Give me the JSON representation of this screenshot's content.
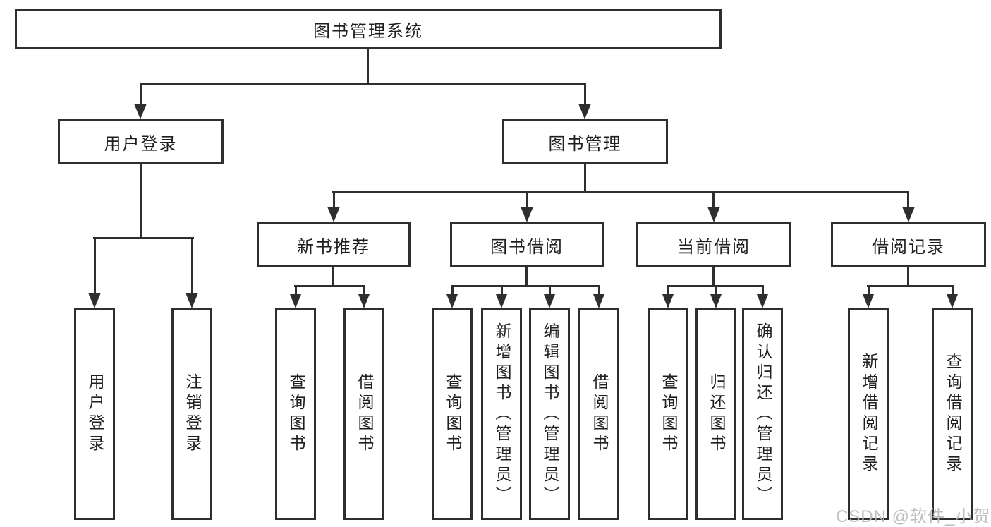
{
  "colors": {
    "line": "#2e2e2e",
    "text": "#1f1f1f",
    "watermark": "#bababa"
  },
  "watermark": "CSDN @软件_小贺同学",
  "tree": {
    "root": {
      "label": "图书管理系统"
    },
    "login": {
      "label": "用户登录",
      "children": [
        {
          "label": "用户登录"
        },
        {
          "label": "注销登录"
        }
      ]
    },
    "mgmt": {
      "label": "图书管理",
      "children": [
        {
          "label": "新书推荐",
          "children": [
            {
              "label": "查询图书"
            },
            {
              "label": "借阅图书"
            }
          ]
        },
        {
          "label": "图书借阅",
          "children": [
            {
              "label": "查询图书"
            },
            {
              "label": "新增图书（管理员）"
            },
            {
              "label": "编辑图书（管理员）"
            },
            {
              "label": "借阅图书"
            }
          ]
        },
        {
          "label": "当前借阅",
          "children": [
            {
              "label": "查询图书"
            },
            {
              "label": "归还图书"
            },
            {
              "label": "确认归还（管理员）"
            }
          ]
        },
        {
          "label": "借阅记录",
          "children": [
            {
              "label": "新增借阅记录"
            },
            {
              "label": "查询借阅记录"
            }
          ]
        }
      ]
    }
  }
}
